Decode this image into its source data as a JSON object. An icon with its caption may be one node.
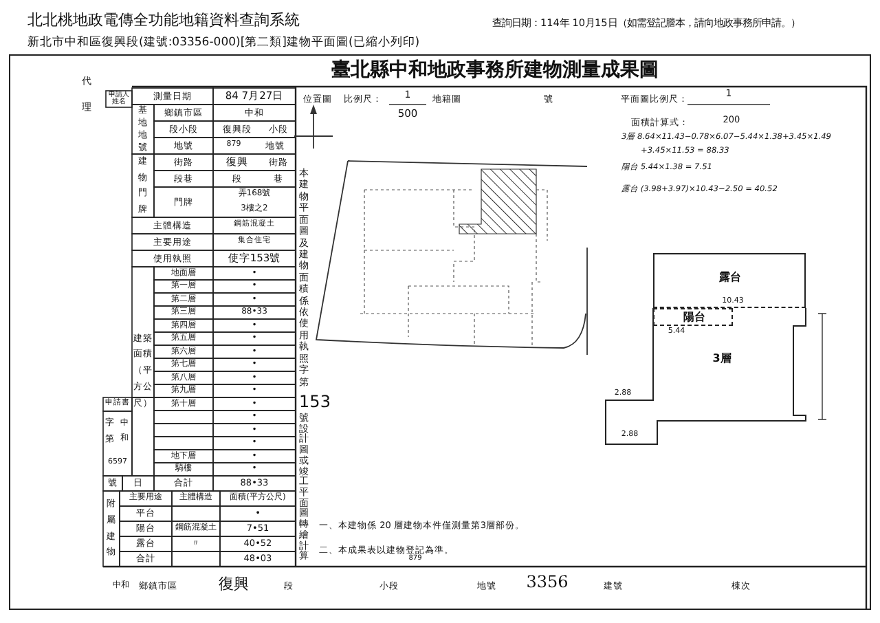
{
  "diagram": {
    "title": "臺北縣中和地政事務所建物測量成果圖",
    "nodes": [
      {
        "text": [
          "露台"
        ]
      },
      {
        "text": [
          "陽台"
        ],
        "in": 2
      },
      {
        "text": [
          "3層"
        ]
      }
    ],
    "labels": [
      "北北桃地政電傳全功能地籍資料查詢系統",
      "查詢日期：114年 10月15日（如需登記謄本，請向地政事務所申請。）",
      "新北市中和區復興段(建號:03356-000)[第二類]建物平面圖(已縮小列印)",
      "代",
      "理",
      "申請人姓名",
      "測量日期",
      "84 7月27日",
      "基地地號",
      "鄉鎮市區",
      "中和",
      "段小段",
      "復興段",
      "小段",
      "地號",
      "879",
      "地號",
      "建物門牌",
      "街路",
      "復興",
      "街路",
      "段巷",
      "段",
      "巷",
      "門牌",
      "弄168號",
      "3樓之2",
      "主體構造",
      "鋼筋混凝土",
      "主要用途",
      "集合住宅",
      "使用執照",
      "使字153號",
      "建築面積（平方公尺）",
      "地面層",
      "•",
      "第一層",
      "•",
      "第二層",
      "•",
      "第三層",
      "88•33",
      "第四層",
      "•",
      "第五層",
      "•",
      "第六層",
      "•",
      "第七層",
      "•",
      "第八層",
      "•",
      "第九層",
      "•",
      "第十層",
      "•",
      "•",
      "•",
      "•",
      "地下層",
      "•",
      "騎樓",
      "•",
      "合計",
      "88•33",
      "申請書",
      "字第",
      "中和",
      "6597",
      "號",
      "日",
      "附屬建物",
      "主要用途",
      "主體構造",
      "面積(平方公尺)",
      "平台",
      "•",
      "陽台",
      "鋼筋混凝土",
      "7•51",
      "露台",
      "〃",
      "40•52",
      "合計",
      "48•03",
      "位置圖",
      "比例尺：",
      "1",
      "500",
      "地籍圖",
      "號",
      "平面圖比例尺：",
      "1",
      "面積計算式：",
      "200",
      "3層 8.64×11.43−0.78×6.07−5.44×1.38+3.45×1.49",
      "+3.45×11.53 = 88.33",
      "陽台 5.44×1.38 = 7.51",
      "露台 (3.98+3.97)×10.43−2.50 = 40.52",
      "本建物平面圖及建物面積係依使用執照字第",
      "153",
      "號設計圖或竣工平面圖轉繪計算",
      "一、本建物係 20 層建物本件僅測量第3層部份。",
      "二、本成果表以建物登記為準。",
      "10.43",
      "5.44",
      "2.88",
      "2.88",
      "中和",
      "鄉鎮市區",
      "復興",
      "段",
      "小段",
      "879",
      "地號",
      "3356",
      "建號",
      "棟次"
    ]
  }
}
